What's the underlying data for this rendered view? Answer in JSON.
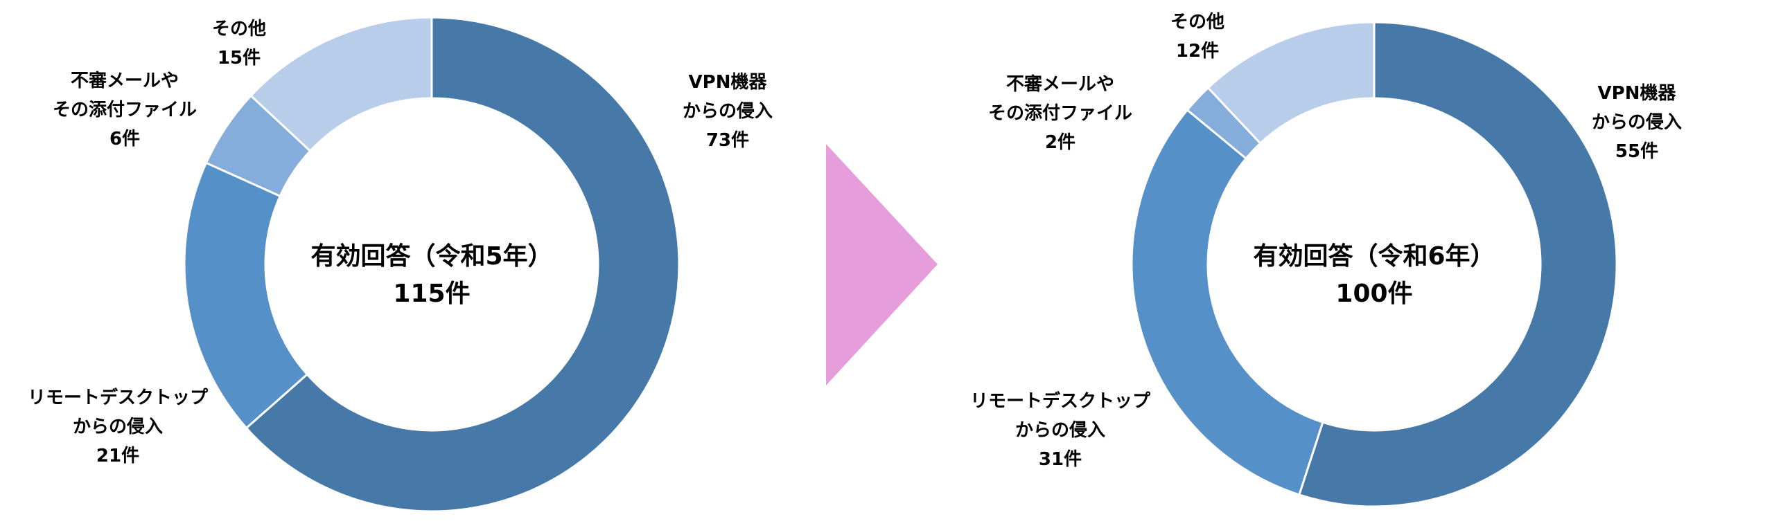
{
  "arrow_color": "#e59ddc",
  "chart_data": [
    {
      "type": "pie",
      "center_title": "有効回答（令和5年）",
      "center_total": "115件",
      "slices": [
        {
          "name": "VPN機器からの侵入",
          "label_lines": [
            "VPN機器",
            "からの侵入"
          ],
          "count_label": "73件",
          "value": 73,
          "color": "#4678a8"
        },
        {
          "name": "リモートデスクトップからの侵入",
          "label_lines": [
            "リモートデスクトップ",
            "からの侵入"
          ],
          "count_label": "21件",
          "value": 21,
          "color": "#5590c8"
        },
        {
          "name": "不審メールやその添付ファイル",
          "label_lines": [
            "不審メールや",
            "その添付ファイル"
          ],
          "count_label": "6件",
          "value": 6,
          "color": "#84addb"
        },
        {
          "name": "その他",
          "label_lines": [
            "その他"
          ],
          "count_label": "15件",
          "value": 15,
          "color": "#b8cde9"
        }
      ]
    },
    {
      "type": "pie",
      "center_title": "有効回答（令和6年）",
      "center_total": "100件",
      "slices": [
        {
          "name": "VPN機器からの侵入",
          "label_lines": [
            "VPN機器",
            "からの侵入"
          ],
          "count_label": "55件",
          "value": 55,
          "color": "#4678a8"
        },
        {
          "name": "リモートデスクトップからの侵入",
          "label_lines": [
            "リモートデスクトップ",
            "からの侵入"
          ],
          "count_label": "31件",
          "value": 31,
          "color": "#5590c8"
        },
        {
          "name": "不審メールやその添付ファイル",
          "label_lines": [
            "不審メールや",
            "その添付ファイル"
          ],
          "count_label": "2件",
          "value": 2,
          "color": "#84addb"
        },
        {
          "name": "その他",
          "label_lines": [
            "その他"
          ],
          "count_label": "12件",
          "value": 12,
          "color": "#b8cde9"
        }
      ]
    }
  ]
}
